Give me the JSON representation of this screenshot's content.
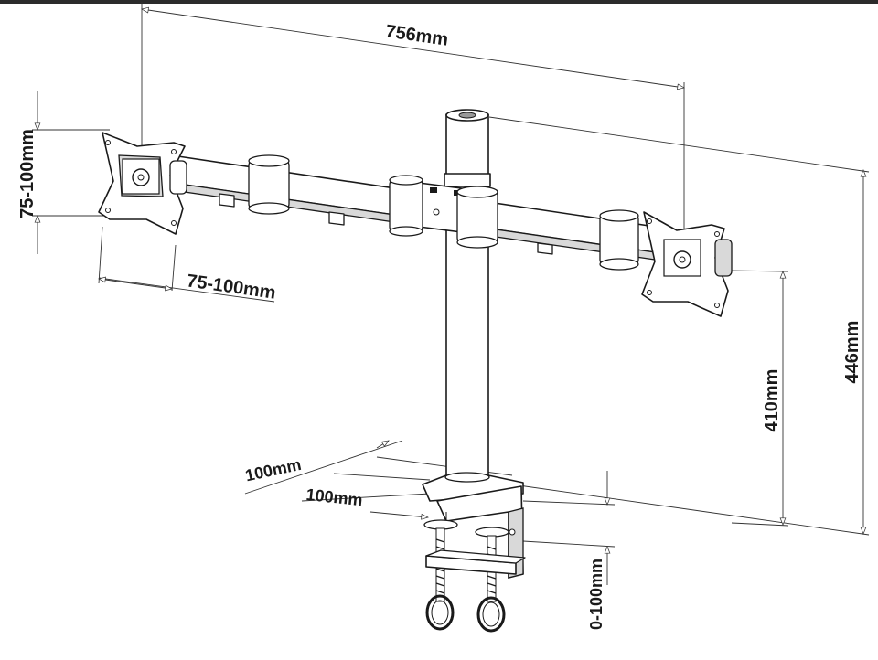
{
  "diagram": {
    "dimensions": {
      "overall_width": "756mm",
      "overall_height": "446mm",
      "arm_height": "410mm",
      "vesa_vertical": "75-100mm",
      "vesa_horizontal": "75-100mm",
      "base_depth": "100mm",
      "base_width": "100mm",
      "clamp_range": "0-100mm"
    },
    "colors": {
      "line": "#1a1a1a",
      "shade": "#d9d9d9",
      "frame_bar": "#2b2b2b"
    }
  }
}
